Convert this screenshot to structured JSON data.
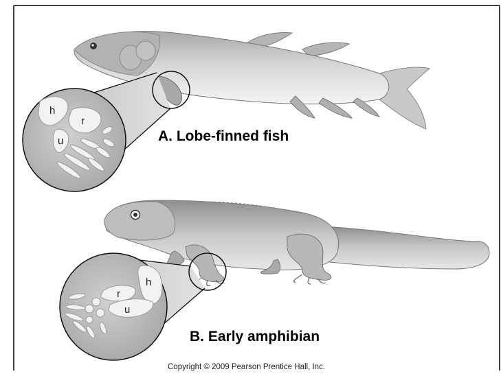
{
  "captions": {
    "fish": "A. Lobe-finned fish",
    "amphibian": "B. Early amphibian"
  },
  "bone_labels": {
    "fish": {
      "humerus": "h",
      "radius": "r",
      "ulna": "u"
    },
    "amphibian": {
      "humerus": "h",
      "radius": "r",
      "ulna": "u"
    }
  },
  "copyright": "Copyright © 2009 Pearson Prentice Hall, Inc.",
  "colors": {
    "body_light": "#e6e6e6",
    "body_dark": "#9a9a9a",
    "inset_bg": "#bdbdbd",
    "bone": "#f2f2f2",
    "outline": "#222222"
  }
}
